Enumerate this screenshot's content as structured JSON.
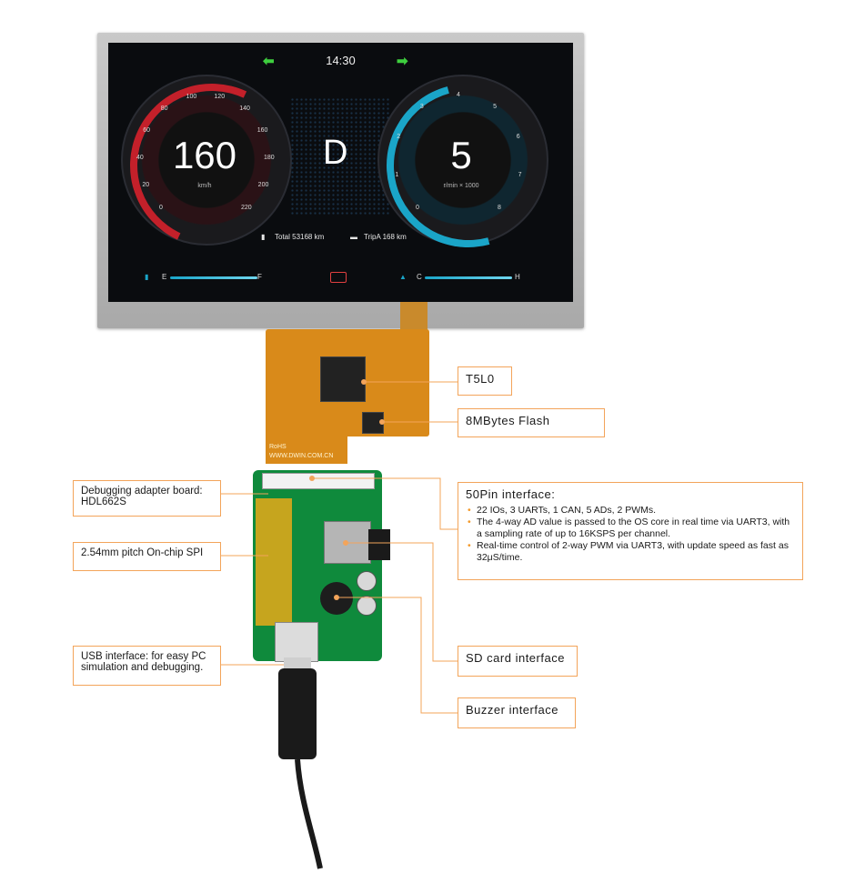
{
  "display": {
    "time": "14:30",
    "speed": "160",
    "speed_unit": "km/h",
    "gear": "D",
    "rpm": "5",
    "rpm_unit": "r/min × 1000",
    "odometer": "Total 53168 km",
    "trip": "TripA 168 km",
    "fuel_low": "E",
    "fuel_high": "F",
    "temp_low": "C",
    "temp_high": "H",
    "speed_ticks": [
      "0",
      "20",
      "40",
      "60",
      "80",
      "100",
      "120",
      "140",
      "160",
      "180",
      "200",
      "220"
    ],
    "rpm_ticks": [
      "0",
      "1",
      "2",
      "3",
      "4",
      "5",
      "6",
      "7",
      "8"
    ]
  },
  "board": {
    "pcb_marks": "RoHS",
    "pcb_url": "WWW.DWIN.COM.CN"
  },
  "callouts": {
    "t5l0": "T5L0",
    "flash": "8MBytes Flash",
    "pin_title": "50Pin interface:",
    "pin_items": [
      "22 IOs, 3 UARTs, 1 CAN, 5 ADs, 2 PWMs.",
      "The 4-way AD value is passed to the OS core in real time via UART3, with a sampling rate of up to 16KSPS per channel.",
      "Real-time control of 2-way PWM via UART3, with update speed as fast as 32μS/time."
    ],
    "debug": "Debugging adapter board: HDL662S",
    "spi": "2.54mm pitch On-chip SPI",
    "usb": "USB interface:  for easy PC simulation and debugging.",
    "sd": "SD card interface",
    "buzzer": "Buzzer interface"
  }
}
